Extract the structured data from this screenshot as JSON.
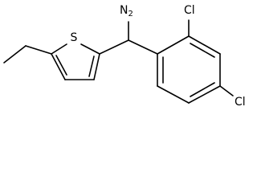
{
  "molecule": {
    "atoms": {
      "amine": {
        "element": "N",
        "hydrogens": "2"
      },
      "sulfur": {
        "element": "S"
      },
      "chlorine_top": {
        "element": "Cl"
      },
      "chlorine_bottom": {
        "element": "Cl"
      }
    }
  },
  "style": {
    "bond_color": "#000000",
    "label_color": "#000000",
    "background": "#ffffff"
  }
}
